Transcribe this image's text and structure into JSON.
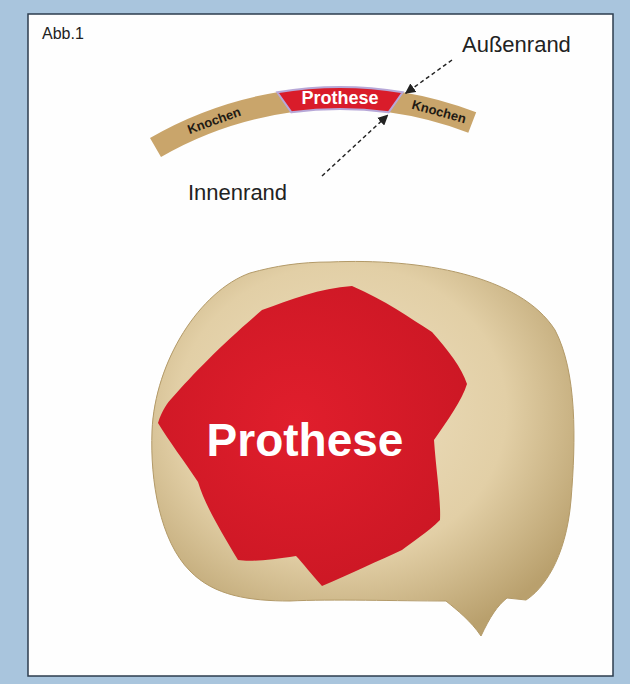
{
  "diagram": {
    "nodes": [
      {
        "text": [
          "Knochen"
        ]
      },
      {
        "text": [
          "Prothese"
        ]
      },
      {
        "text": [
          "Knochen"
        ]
      },
      {
        "text": [
          "Prothese"
        ]
      }
    ],
    "labels": [
      "Abb.1",
      "Außenrand",
      "Innenrand"
    ]
  }
}
